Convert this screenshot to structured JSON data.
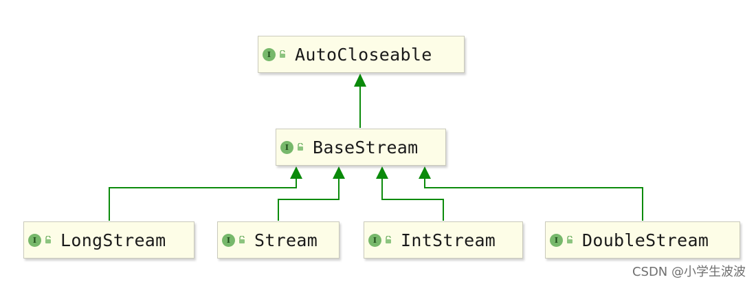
{
  "diagram": {
    "nodes": [
      {
        "id": "autocloseable",
        "kind": "I",
        "label": "AutoCloseable"
      },
      {
        "id": "basestream",
        "kind": "I",
        "label": "BaseStream"
      },
      {
        "id": "longstream",
        "kind": "I",
        "label": "LongStream"
      },
      {
        "id": "stream",
        "kind": "I",
        "label": "Stream"
      },
      {
        "id": "intstream",
        "kind": "I",
        "label": "IntStream"
      },
      {
        "id": "doublestream",
        "kind": "I",
        "label": "DoubleStream"
      }
    ],
    "edges": [
      {
        "from": "basestream",
        "to": "autocloseable"
      },
      {
        "from": "longstream",
        "to": "basestream"
      },
      {
        "from": "stream",
        "to": "basestream"
      },
      {
        "from": "intstream",
        "to": "basestream"
      },
      {
        "from": "doublestream",
        "to": "basestream"
      }
    ],
    "edge_color": "#0a8a0a"
  },
  "watermark": "CSDN @小学生波波"
}
